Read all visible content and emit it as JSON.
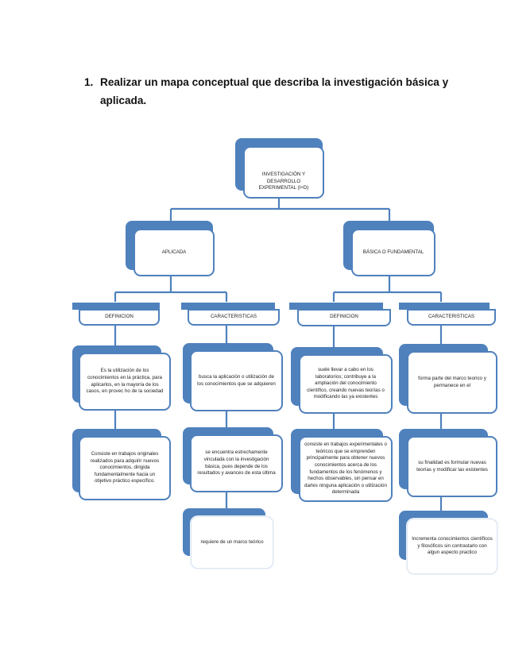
{
  "question": {
    "number": "1.",
    "text": "Realizar un mapa conceptual que describa la investigación básica y aplicada."
  },
  "map": {
    "root": "INVESTIGACIÓN Y DESARROLLO EXPERIMENTAL (I+D)",
    "aplicada": {
      "label": "APLICADA",
      "definicion": {
        "header": "DEFINICION",
        "items": [
          "Es la utilización de los conocimientos en la práctica, para aplicarlos, en la mayoría de los casos, en provec ho de la sociedad",
          "Consiste en trabajos originales realizados para adquirir nuevos conocimientos, dirigida fundamentalmente hacia un objetivo práctico específico."
        ]
      },
      "caracteristicas": {
        "header": "CARACTERISTICAS",
        "items": [
          "busca la aplicación o utilización de los conocimientos que se adquieren",
          "se encuentra estrechamente vinculada con la investigación básica, pues depende de los resultados y avances de esta última",
          "requiere de un marco teórico"
        ]
      }
    },
    "basica": {
      "label": "BÁSICA O FUNDAMENTAL",
      "definicion": {
        "header": "DEFINICION",
        "items": [
          "suele llevar a cabo en los laboratorios; contribuye a la ampliación del conocimiento científico, creando nuevas teorías o modificando las ya existentes",
          "consiste en trabajos experimentales o teóricos que se emprenden principalmente para obtener nuevos conocimientos acerca de los fundamentos de los fenómenos y hechos observables, sin pensar en darles ninguna aplicación o utilización determinada"
        ]
      },
      "caracteristicas": {
        "header": "CARACTERISTICAS",
        "items": [
          "forma parte del marco teorico y permanece en el",
          "su finalidad es formular nuevas teorías y modificar las existentes",
          "Incrementa conocimientos científicos y filosóficos sin contrastarlo con algun aspecto practico"
        ]
      }
    }
  }
}
